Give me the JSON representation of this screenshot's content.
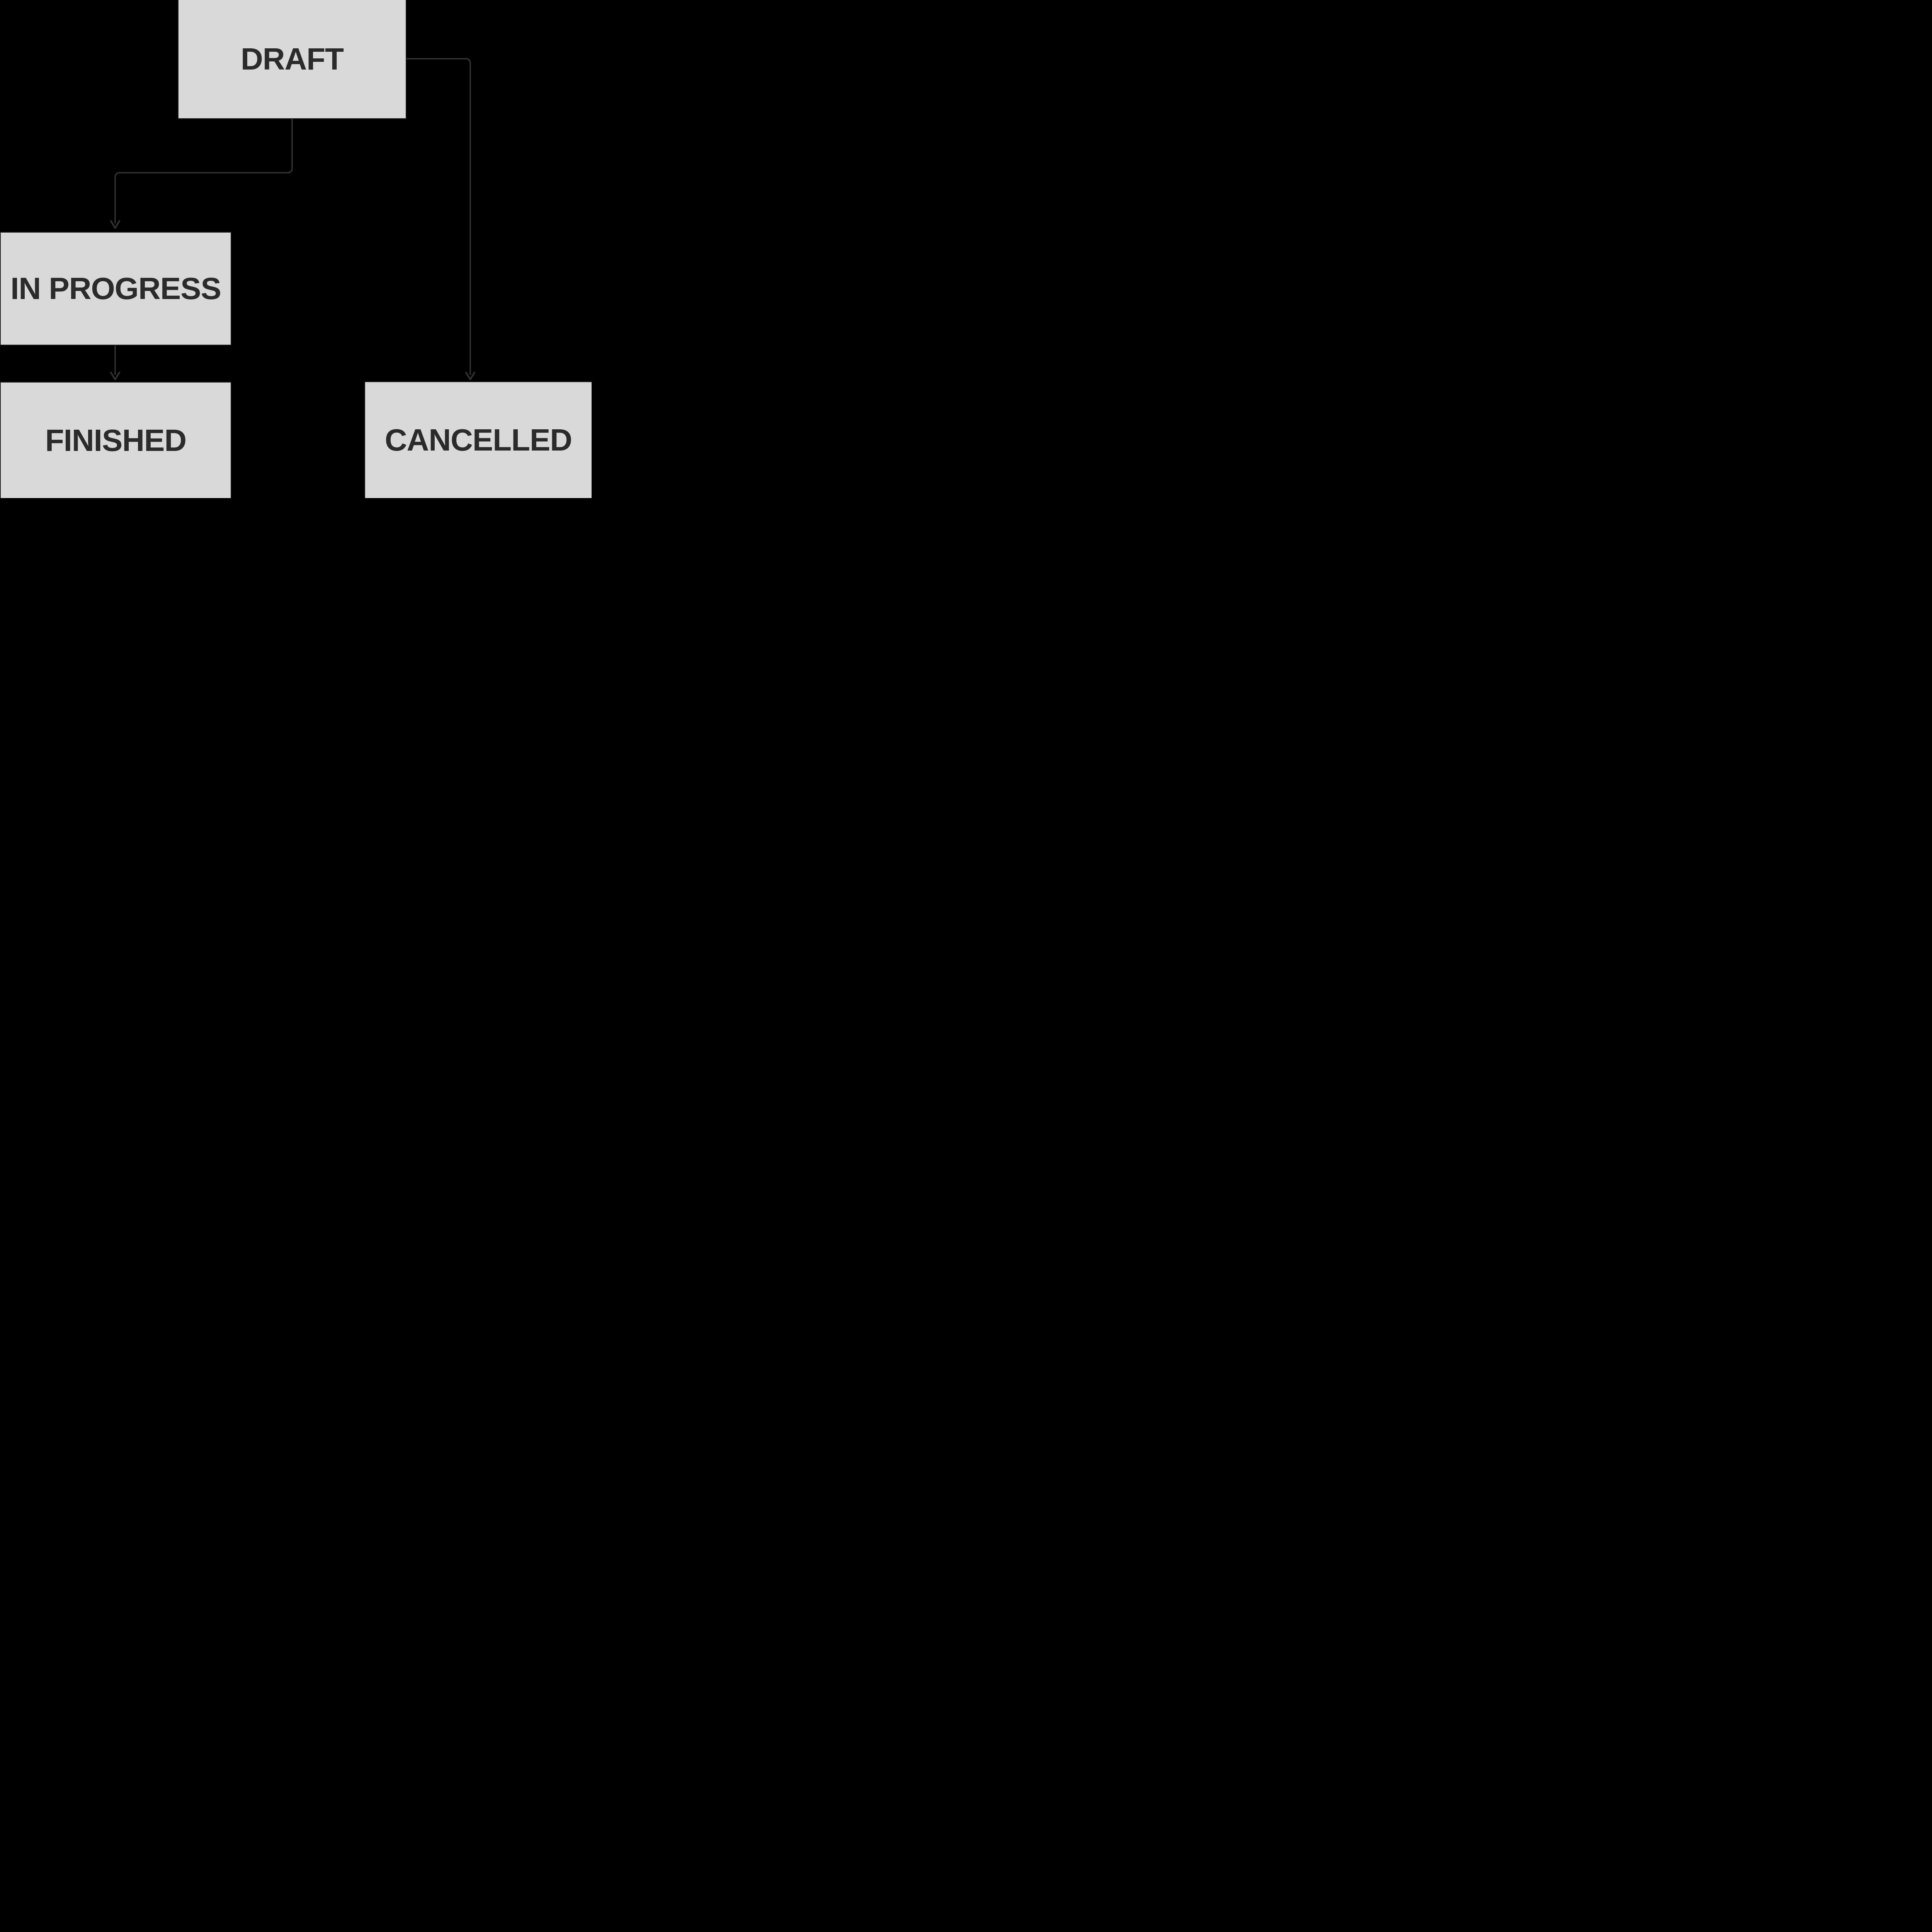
{
  "diagram": {
    "type": "flowchart-state-diagram",
    "colors": {
      "background": "#000000",
      "node_fill": "#d9d9d9",
      "node_border": "#212121",
      "node_text": "#2b2b2b",
      "edge": "#333333"
    },
    "nodes": [
      {
        "id": "draft",
        "label": "DRAFT"
      },
      {
        "id": "in-progress",
        "label": "IN PROGRESS"
      },
      {
        "id": "finished",
        "label": "FINISHED"
      },
      {
        "id": "cancelled",
        "label": "CANCELLED"
      }
    ],
    "edges": [
      {
        "from": "DRAFT",
        "to": "IN PROGRESS"
      },
      {
        "from": "DRAFT",
        "to": "CANCELLED"
      },
      {
        "from": "IN PROGRESS",
        "to": "FINISHED"
      }
    ]
  }
}
